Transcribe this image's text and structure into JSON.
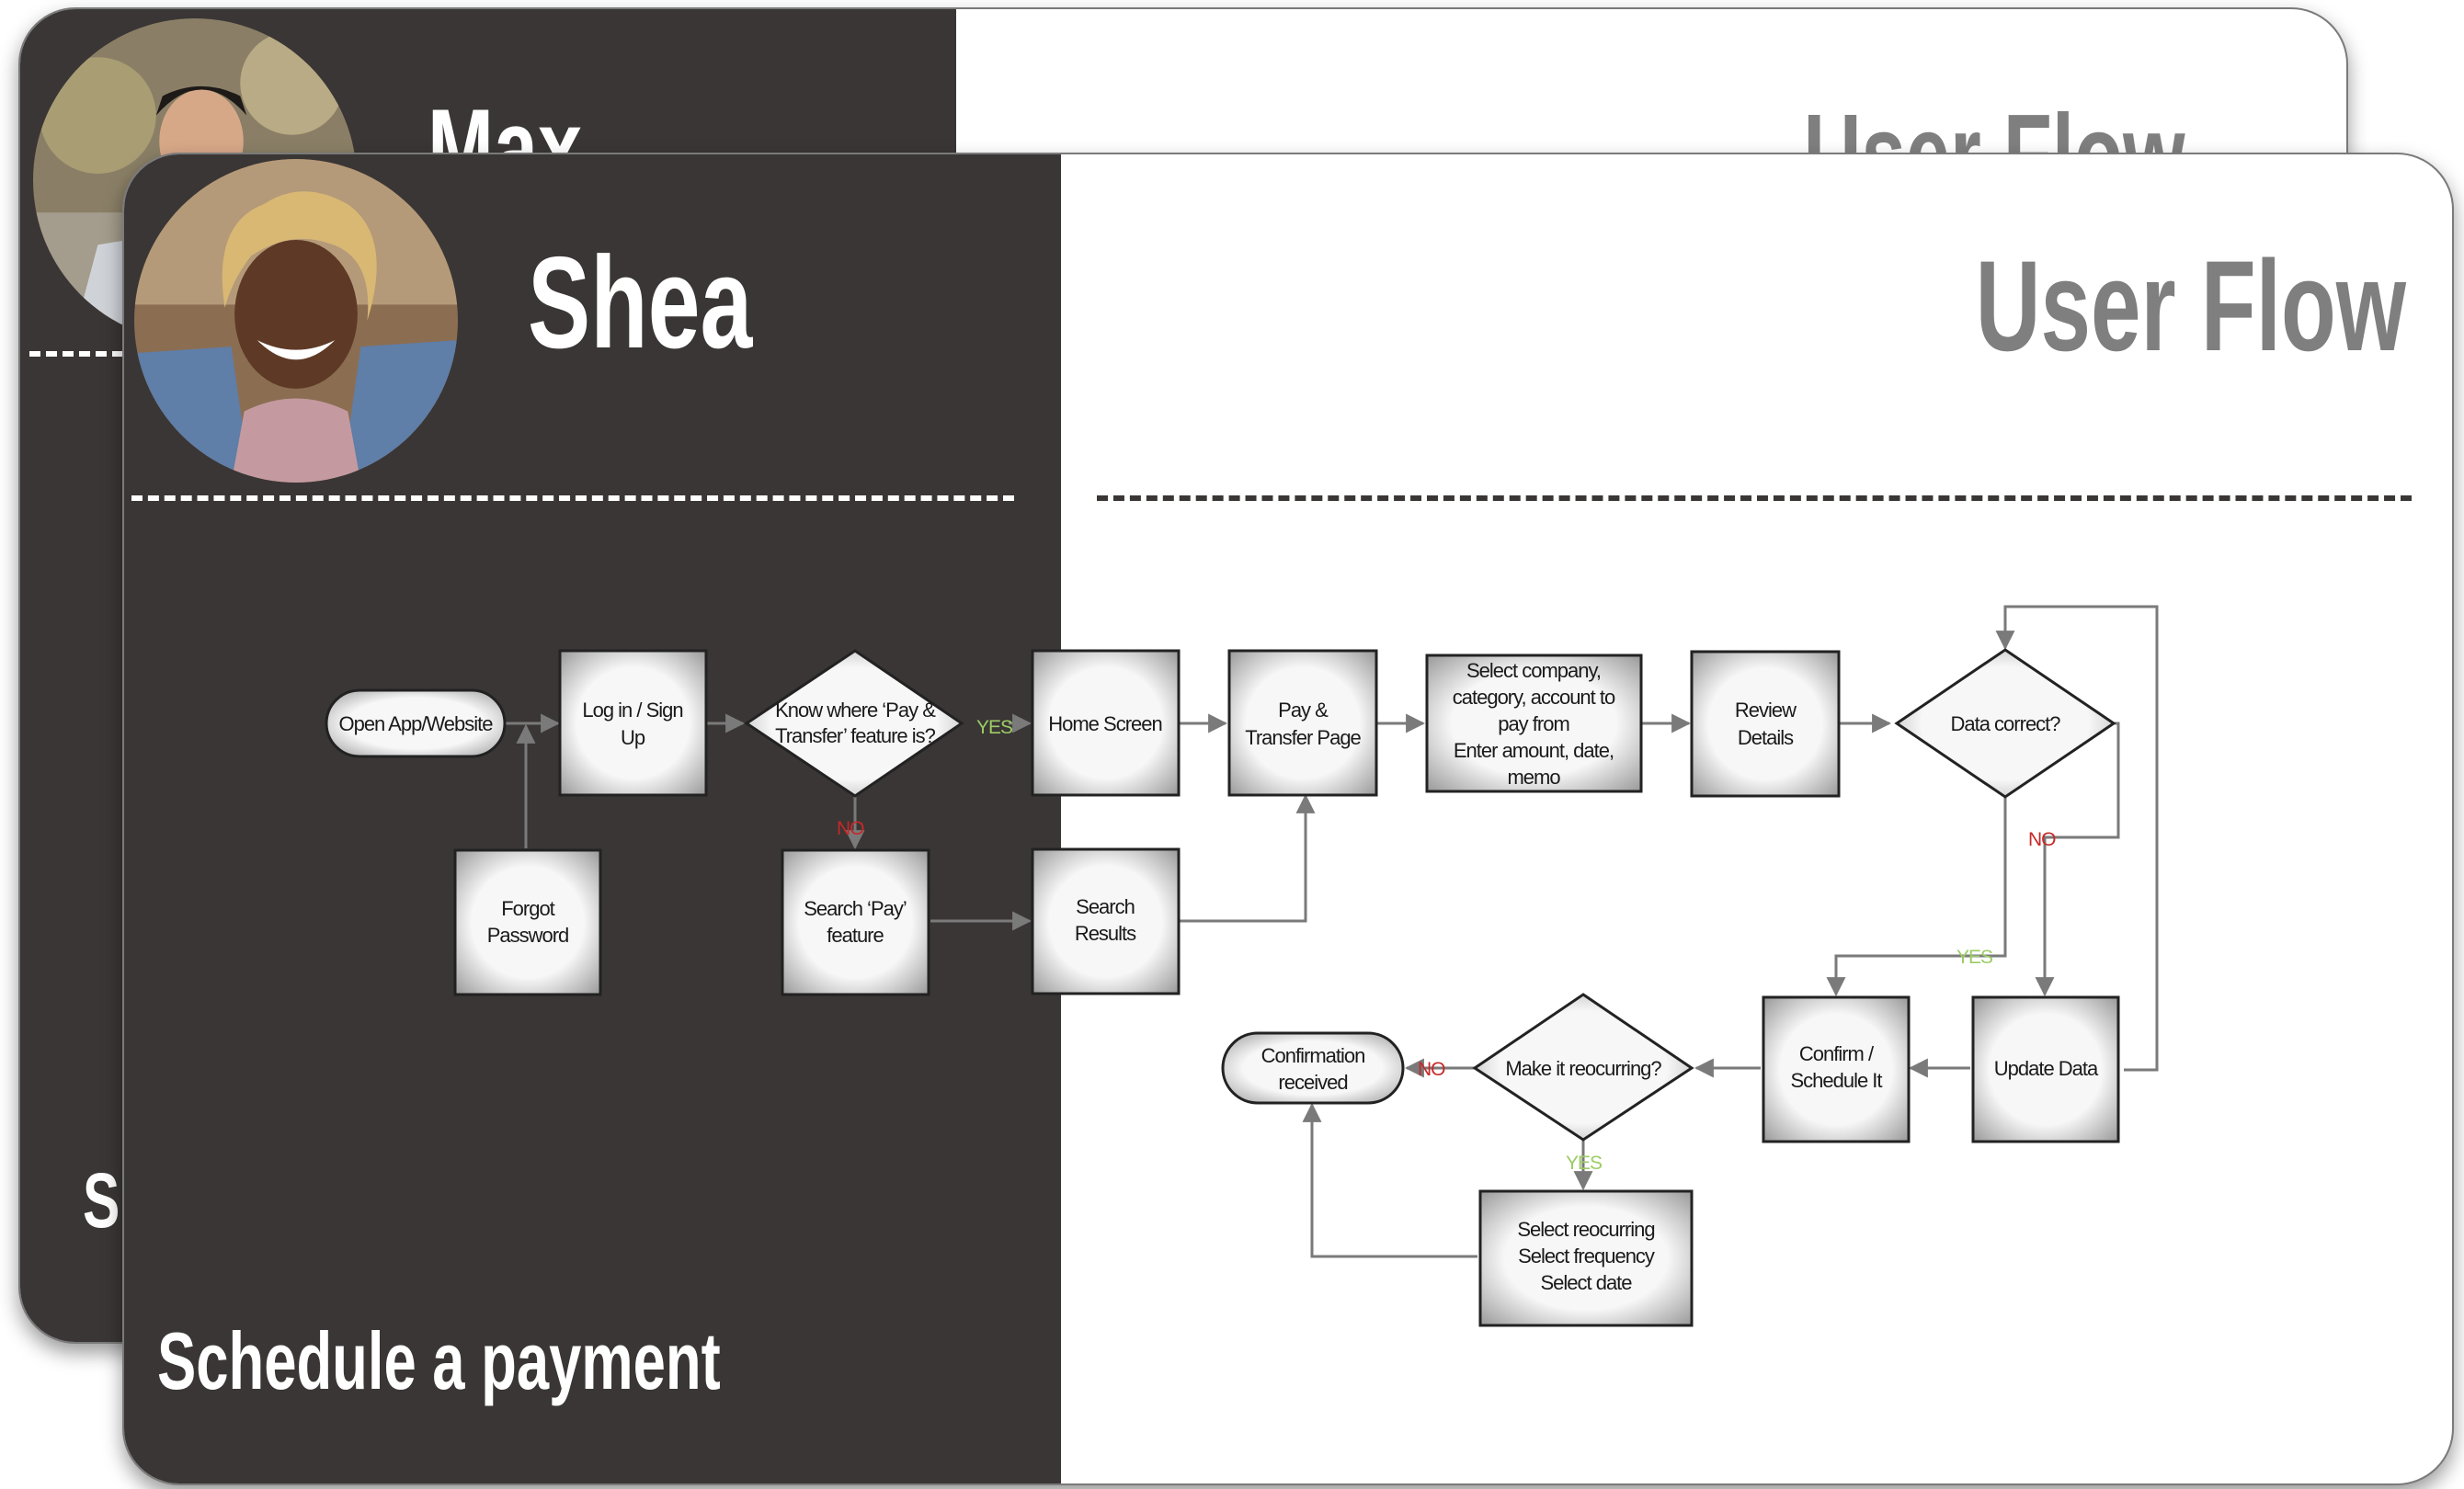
{
  "back_card": {
    "persona_name": "Max",
    "title": "User Flow",
    "subtitle_visible": "Sp"
  },
  "front_card": {
    "persona_name": "Shea",
    "title": "User Flow",
    "subtitle": "Schedule a payment"
  },
  "flow": {
    "nodes": {
      "open_app": "Open App/Website",
      "login": [
        "Log in / Sign",
        "Up"
      ],
      "know_where": [
        "Know where ‘Pay &",
        "Transfer’ feature is?"
      ],
      "home_screen": "Home Screen",
      "pay_transfer": [
        "Pay &",
        "Transfer Page"
      ],
      "select_company": [
        "Select company,",
        "category, account to",
        "pay from",
        "Enter amount, date,",
        "memo"
      ],
      "review_details": [
        "Review",
        "Details"
      ],
      "data_correct": "Data correct?",
      "forgot_password": [
        "Forgot",
        "Password"
      ],
      "search_pay": [
        "Search ‘Pay’",
        "feature"
      ],
      "search_results": [
        "Search",
        "Results"
      ],
      "update_data": "Update Data",
      "confirm_schedule": [
        "Confirm /",
        "Schedule It"
      ],
      "make_recurring": "Make it reocurring?",
      "confirmation": [
        "Confirmation",
        "received"
      ],
      "select_recurring": [
        "Select reocurring",
        "Select frequency",
        "Select date"
      ]
    },
    "edge_labels": {
      "yes_know": "YES",
      "no_know": "NO",
      "no_data": "NO",
      "yes_data": "YES",
      "no_recurring": "NO",
      "yes_recurring": "YES"
    },
    "colors": {
      "yes": "#9ccc65",
      "no": "#c62828",
      "dark_panel": "#3a3635",
      "title_gray": "#7f7f7f"
    }
  }
}
